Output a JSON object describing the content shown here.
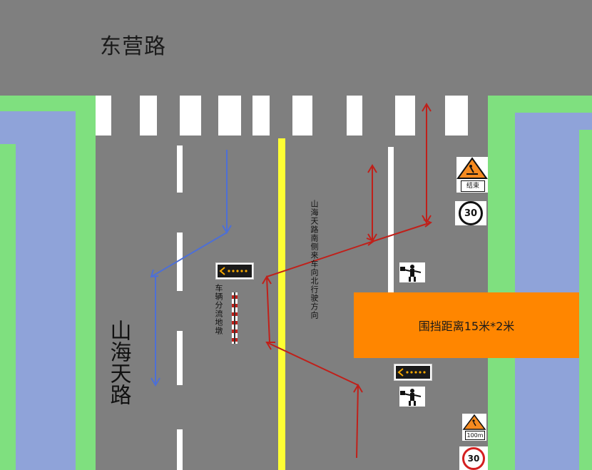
{
  "roads": {
    "top_name": "东营路",
    "left_name": "山海天路",
    "center_note": "山海天路南侧来车向北行驶方向",
    "divert_note": "车辆分流地墩"
  },
  "barrier": {
    "label": "围挡距离15米*2米",
    "color": "#ff8600"
  },
  "signs": {
    "work_end_label": "结束",
    "work_distance_label": "100m",
    "speed_limit_upper": "30",
    "speed_limit_lower": "30"
  },
  "colors": {
    "road": "#7f7f7f",
    "green_belt": "#7fe07f",
    "sidewalk": "#8fa3d9",
    "center_line": "#ffff33",
    "red_arrows": "#c0201a",
    "blue_arrows": "#4d6fd6"
  },
  "icons": [
    "work-ahead-sign-icon",
    "speed-limit-sign-icon",
    "flagger-sign-icon",
    "arrow-board-icon",
    "lane-divider-post-icon"
  ]
}
